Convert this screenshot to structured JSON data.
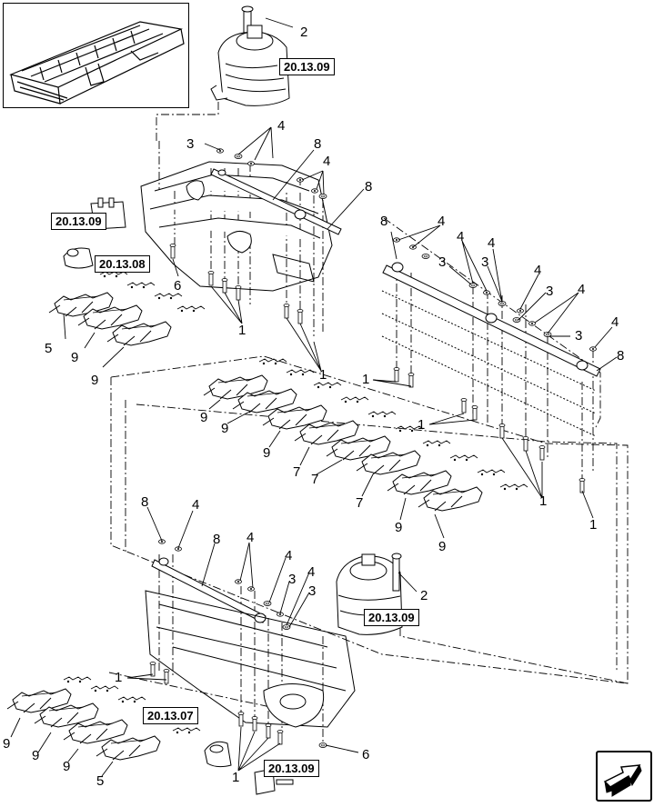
{
  "thumbnail": {
    "icon": "header-assembly-overview"
  },
  "refs": {
    "r1": "20.13.09",
    "r2": "20.13.09",
    "r3": "20.13.08",
    "r4": "20.13.09",
    "r5": "20.13.07",
    "r6": "20.13.09"
  },
  "callouts": {
    "c1": "2",
    "c2": "4",
    "c3": "3",
    "c4": "8",
    "c5": "4",
    "c6": "8",
    "c7": "6",
    "c8": "1",
    "c9": "1",
    "c10": "5",
    "c11": "9",
    "c12": "9",
    "c13": "8",
    "c14": "4",
    "c15": "4",
    "c16": "4",
    "c17": "3",
    "c18": "3",
    "c19": "4",
    "c20": "3",
    "c21": "4",
    "c22": "3",
    "c23": "4",
    "c24": "8",
    "c25": "1",
    "c26": "1",
    "c27": "1",
    "c28": "1",
    "c29": "9",
    "c30": "9",
    "c31": "9",
    "c32": "7",
    "c33": "7",
    "c34": "7",
    "c35": "9",
    "c36": "9",
    "c37": "8",
    "c38": "4",
    "c39": "8",
    "c40": "4",
    "c41": "4",
    "c42": "3",
    "c43": "4",
    "c44": "3",
    "c45": "2",
    "c46": "1",
    "c47": "9",
    "c48": "9",
    "c49": "9",
    "c50": "5",
    "c51": "1",
    "c52": "6"
  },
  "nav": {
    "icon": "next-page-arrow-icon"
  }
}
